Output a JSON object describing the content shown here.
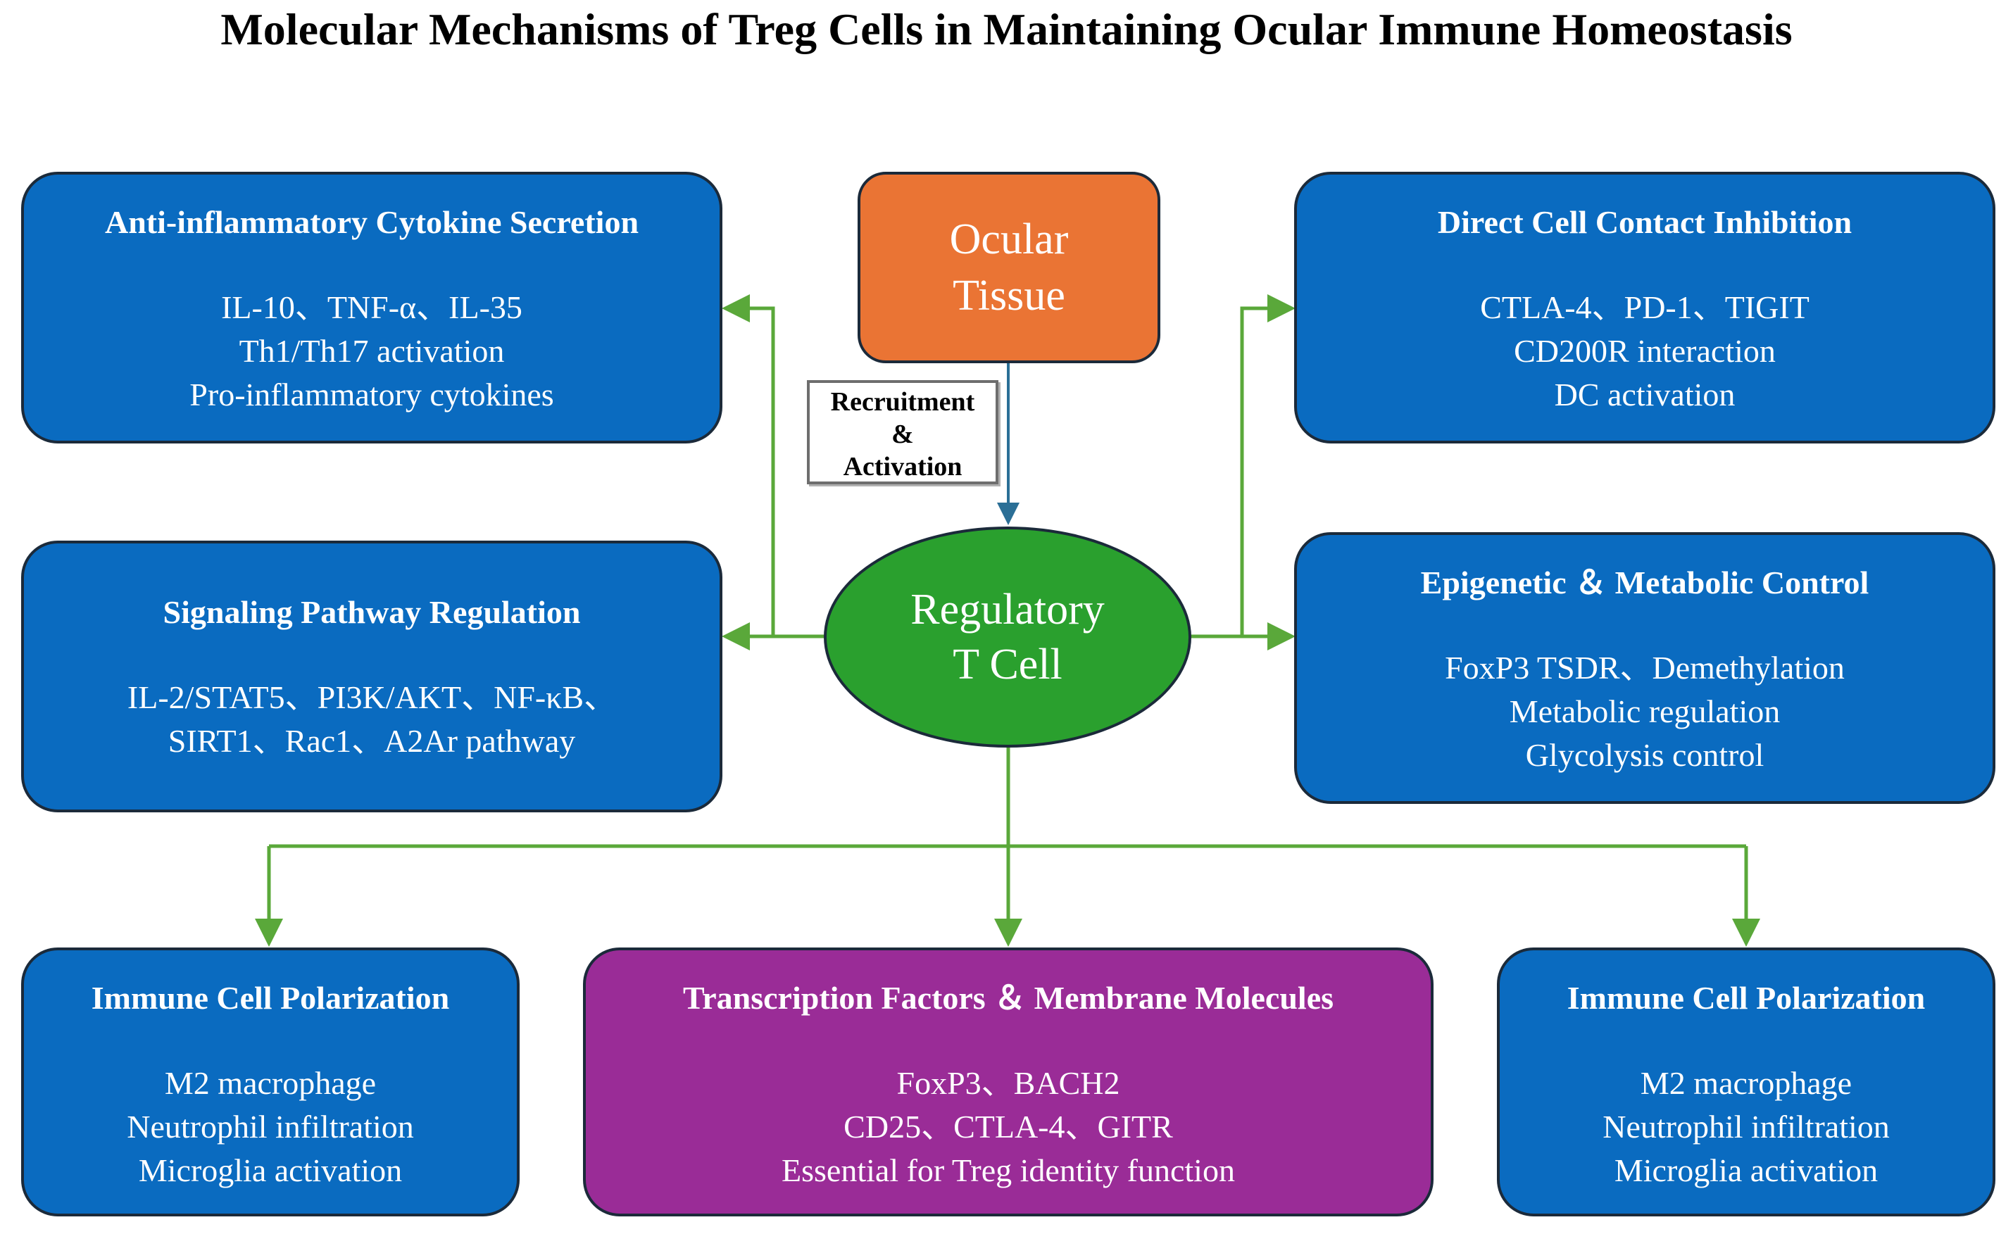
{
  "title": "Molecular Mechanisms of Treg Cells in Maintaining Ocular Immune Homeostasis",
  "colors": {
    "box_blue": "#0a6bc0",
    "box_purple": "#9a2c97",
    "ocular_orange": "#ea7434",
    "treg_green": "#2aa02e",
    "arrow_green": "#5aa83a",
    "arrow_blue": "#2b6f96"
  },
  "ocular_tissue": {
    "line1": "Ocular",
    "line2": "Tissue"
  },
  "treg": {
    "line1": "Regulatory",
    "line2": "T Cell"
  },
  "edge_label": {
    "line1": "Recruitment",
    "line2": "&",
    "line3": "Activation"
  },
  "boxes": {
    "cytokine": {
      "title": "Anti-inflammatory Cytokine Secretion",
      "lines": [
        "IL-10、TNF-α、IL-35",
        "Th1/Th17 activation",
        "Pro-inflammatory cytokines"
      ]
    },
    "signaling": {
      "title": "Signaling Pathway Regulation",
      "lines": [
        "IL-2/STAT5、PI3K/AKT、NF-κB、",
        "SIRT1、Rac1、A2Ar pathway"
      ]
    },
    "contact": {
      "title": "Direct Cell Contact Inhibition",
      "lines": [
        "CTLA-4、PD-1、TIGIT",
        "CD200R interaction",
        "DC activation"
      ]
    },
    "epigenetic": {
      "title": "Epigenetic ＆ Metabolic Control",
      "lines": [
        "FoxP3 TSDR、Demethylation",
        "Metabolic regulation",
        "Glycolysis control"
      ]
    },
    "polarization_left": {
      "title": "Immune Cell Polarization",
      "lines": [
        "M2 macrophage",
        "Neutrophil infiltration",
        "Microglia activation"
      ]
    },
    "transcription": {
      "title": "Transcription Factors ＆ Membrane Molecules",
      "lines": [
        "FoxP3、BACH2",
        "CD25、CTLA-4、GITR",
        "Essential for Treg identity function"
      ]
    },
    "polarization_right": {
      "title": "Immune Cell Polarization",
      "lines": [
        "M2 macrophage",
        "Neutrophil infiltration",
        "Microglia activation"
      ]
    }
  }
}
